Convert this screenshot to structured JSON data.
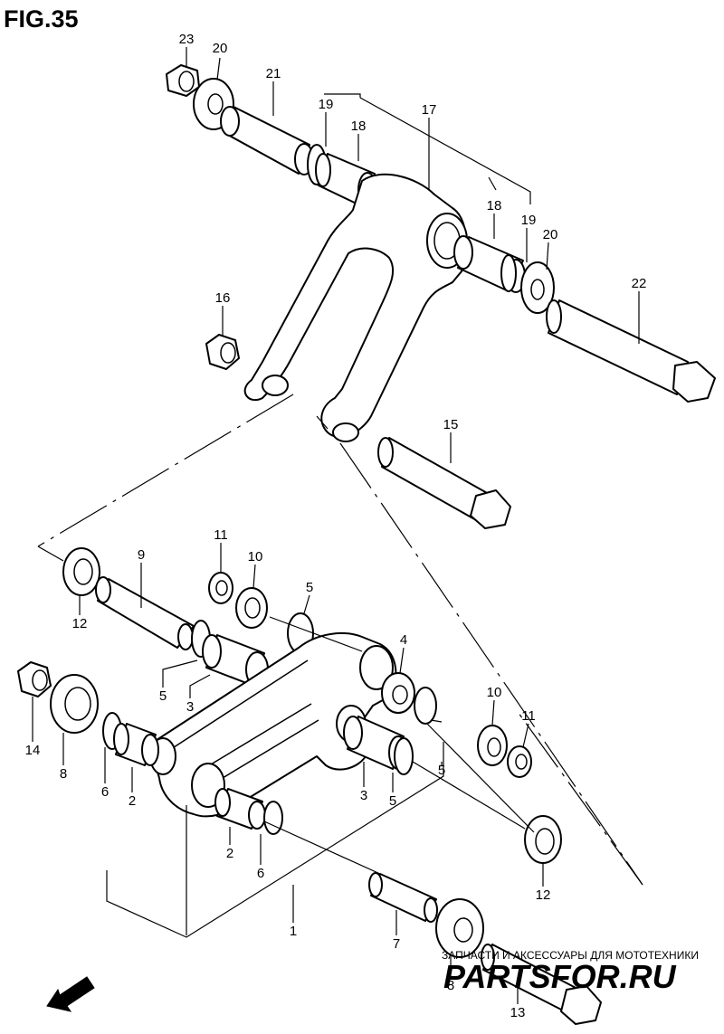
{
  "figure": {
    "title": "FIG.35"
  },
  "callouts": [
    {
      "id": "c23",
      "label": "23"
    },
    {
      "id": "c20a",
      "label": "20"
    },
    {
      "id": "c21",
      "label": "21"
    },
    {
      "id": "c19a",
      "label": "19"
    },
    {
      "id": "c18a",
      "label": "18"
    },
    {
      "id": "c17",
      "label": "17"
    },
    {
      "id": "c18b",
      "label": "18"
    },
    {
      "id": "c19b",
      "label": "19"
    },
    {
      "id": "c20b",
      "label": "20"
    },
    {
      "id": "c22",
      "label": "22"
    },
    {
      "id": "c16",
      "label": "16"
    },
    {
      "id": "c15",
      "label": "15"
    },
    {
      "id": "c9",
      "label": "9"
    },
    {
      "id": "c11a",
      "label": "11"
    },
    {
      "id": "c10a",
      "label": "10"
    },
    {
      "id": "c5a",
      "label": "5"
    },
    {
      "id": "c12a",
      "label": "12"
    },
    {
      "id": "c4",
      "label": "4"
    },
    {
      "id": "c5b",
      "label": "5"
    },
    {
      "id": "c3a",
      "label": "3"
    },
    {
      "id": "c10b",
      "label": "10"
    },
    {
      "id": "c11b",
      "label": "11"
    },
    {
      "id": "c14",
      "label": "14"
    },
    {
      "id": "c8a",
      "label": "8"
    },
    {
      "id": "c6a",
      "label": "6"
    },
    {
      "id": "c2a",
      "label": "2"
    },
    {
      "id": "c5c",
      "label": "5"
    },
    {
      "id": "c3b",
      "label": "3"
    },
    {
      "id": "c5d",
      "label": "5"
    },
    {
      "id": "c2b",
      "label": "2"
    },
    {
      "id": "c6b",
      "label": "6"
    },
    {
      "id": "c12b",
      "label": "12"
    },
    {
      "id": "c1",
      "label": "1"
    },
    {
      "id": "c7",
      "label": "7"
    },
    {
      "id": "c8b",
      "label": "8"
    },
    {
      "id": "c13",
      "label": "13"
    }
  ],
  "fwd_label": "FWD",
  "watermark": {
    "tagline": "ЗАПЧАСТИ И АКСЕССУАРЫ ДЛЯ МОТОТЕХНИКИ",
    "brand": "PARTSFOR.RU"
  },
  "colors": {
    "line": "#000000",
    "background": "#ffffff",
    "watermark_brand": "#f1a9a9"
  }
}
